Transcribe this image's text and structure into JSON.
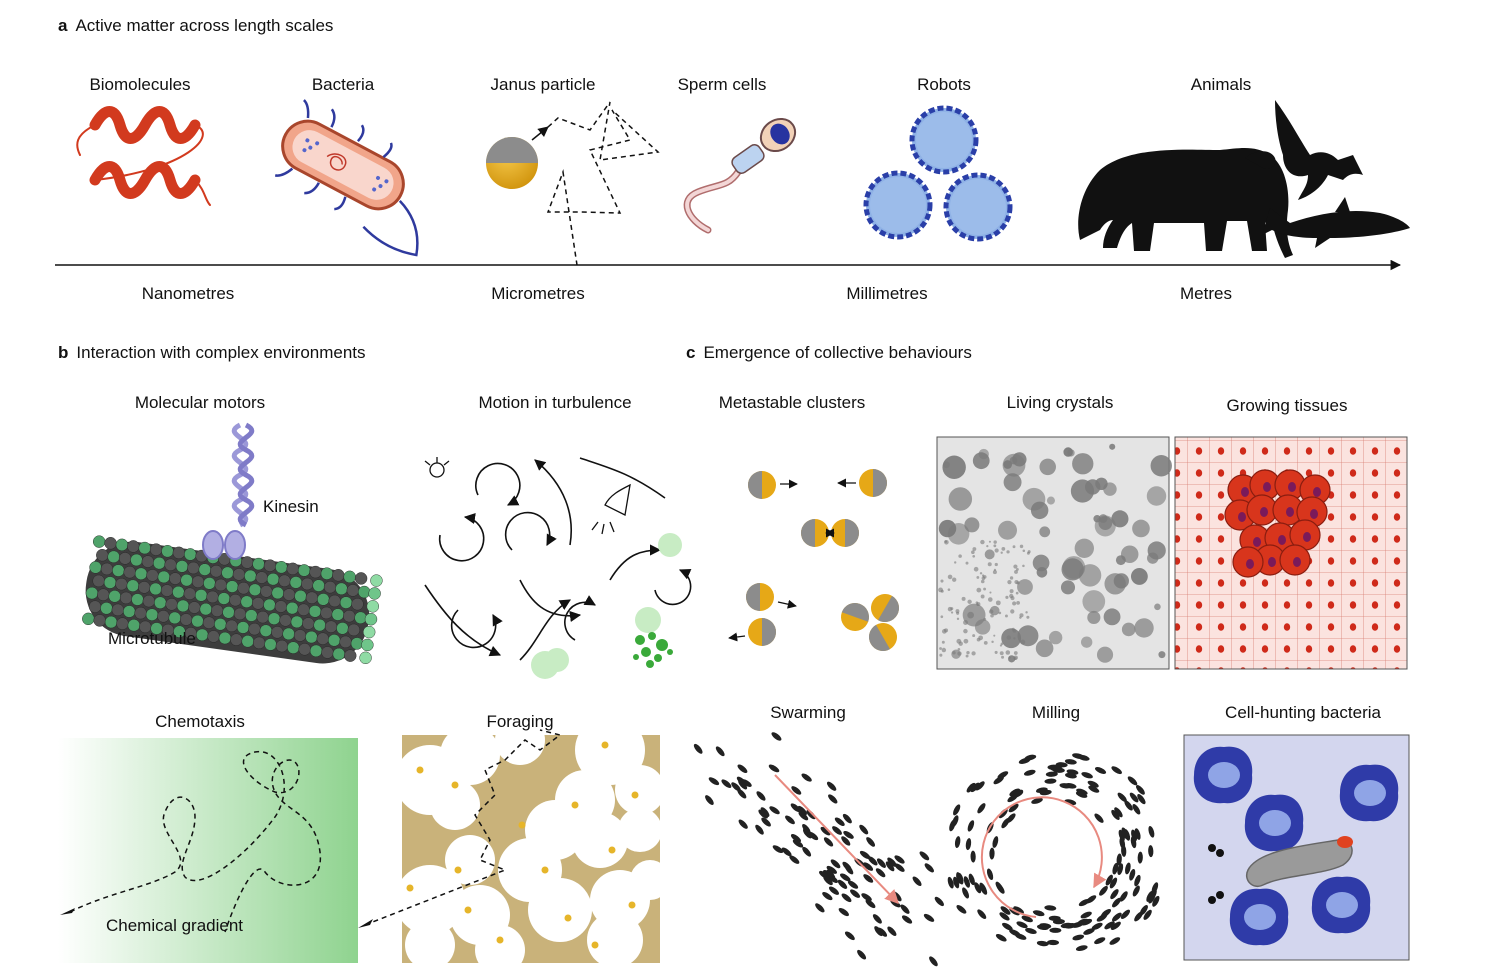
{
  "panels": {
    "a": {
      "letter": "a",
      "title": "Active matter across length scales",
      "items": [
        "Biomolecules",
        "Bacteria",
        "Janus particle",
        "Sperm cells",
        "Robots",
        "Animals"
      ],
      "scale": [
        "Nanometres",
        "Micrometres",
        "Millimetres",
        "Metres"
      ]
    },
    "b": {
      "letter": "b",
      "title": "Interaction with complex environments",
      "subpanels": {
        "molecular_motors": "Molecular motors",
        "kinesin": "Kinesin",
        "microtubule": "Microtubule",
        "turbulence": "Motion in turbulence",
        "chemotaxis": "Chemotaxis",
        "chemical_gradient": "Chemical gradient",
        "foraging": "Foraging"
      }
    },
    "c": {
      "letter": "c",
      "title": "Emergence of collective behaviours",
      "subpanels": {
        "metastable": "Metastable clusters",
        "crystals": "Living crystals",
        "tissues": "Growing tissues",
        "swarming": "Swarming",
        "milling": "Milling",
        "hunting": "Cell-hunting bacteria"
      }
    }
  },
  "colors": {
    "protein": "#d23a1e",
    "janus_gold": "#e6a817",
    "janus_grey": "#8c8c8c",
    "robot_blue": "#8fb2e6",
    "robot_dark": "#2a3fa8",
    "microtubule_green": "#4fa36a",
    "microtubule_grey": "#444444",
    "kinesin": "#9b98d8",
    "foraging_bg": "#c9b27a",
    "hunting_bg": "#d3d6ee",
    "cell_blue": "#2f3ba8",
    "tissue_red": "#d8351c",
    "arrow_pink": "#e88a80"
  }
}
